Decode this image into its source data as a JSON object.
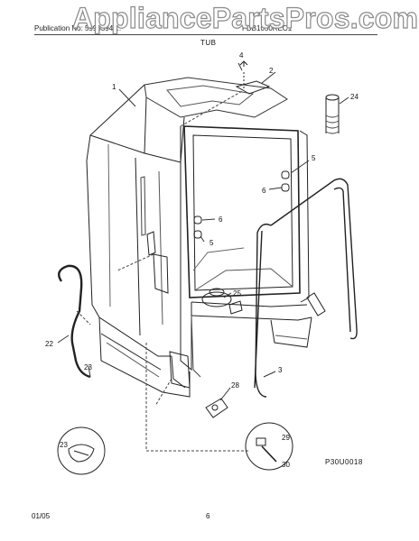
{
  "header": {
    "publication": "Publication No: 5995394 ...",
    "model": "FDB1050REC1",
    "section_title": "TUB"
  },
  "watermark": "AppliancePartsPros.com",
  "diagram_code": "P30U0018",
  "footer": {
    "date": "01/05",
    "page": "6"
  },
  "callouts": {
    "c1": "1",
    "c2": "2",
    "c3": "3",
    "c4": "4",
    "c5a": "5",
    "c5b": "5",
    "c6a": "6",
    "c6b": "6",
    "c22": "22",
    "c23a": "23",
    "c23b": "23",
    "c24": "24",
    "c25": "25",
    "c28": "28",
    "c29": "29",
    "c30": "30"
  }
}
